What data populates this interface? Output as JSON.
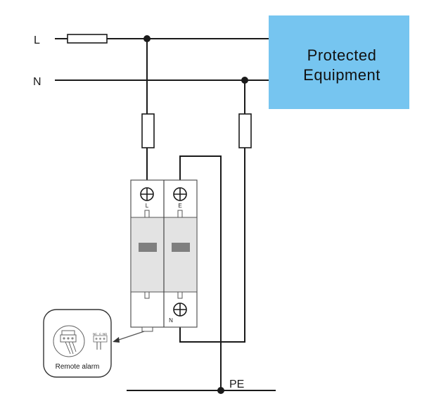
{
  "title": "Surge Protective Device Wiring Diagram",
  "lines": {
    "live_label": "L",
    "neutral_label": "N",
    "earth_label": "PE"
  },
  "equipment": {
    "line1": "Protected",
    "line2": "Equipment",
    "fill_color": "#76c5f0"
  },
  "spd": {
    "terminal_L": "L",
    "terminal_E": "E",
    "terminal_N": "N",
    "body_color": "#e3e3e3",
    "window_color": "#7f7f7f"
  },
  "remote_alarm": {
    "label": "Remote alarm",
    "contacts": [
      "NC",
      "C",
      "NO"
    ]
  }
}
